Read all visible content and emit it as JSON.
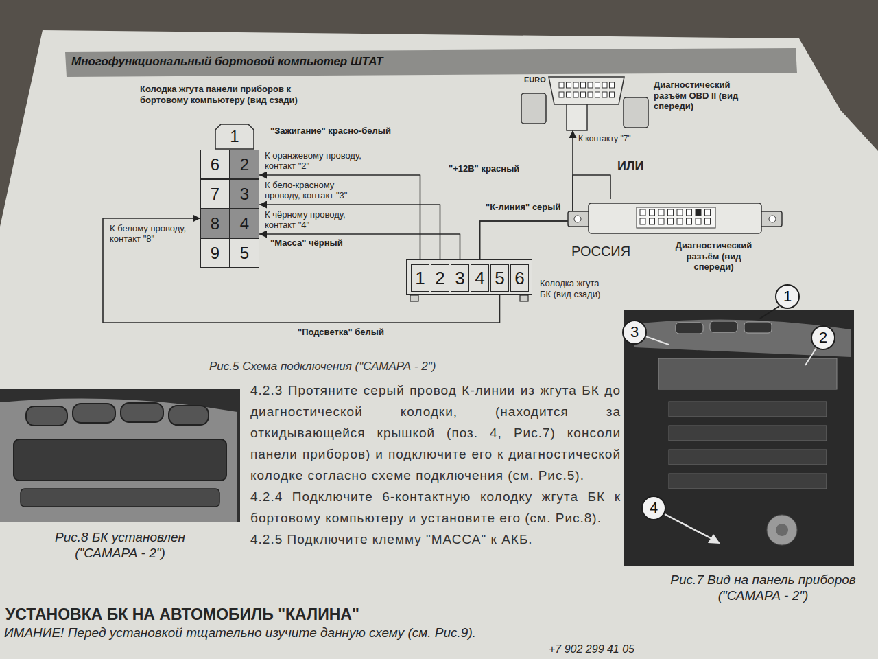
{
  "diagram": {
    "title": "Многофункциональный бортовой компьютер ШТАТ",
    "caption": "Рис.5 Схема подключения (\"САМАРА - 2\")",
    "nodes": [
      {
        "text": [
          "Колодка жгута панели приборов к бортовому компьютеру (вид сзади)"
        ]
      },
      {
        "text": [
          "1"
        ],
        "in": 0
      },
      {
        "text": [
          "6"
        ],
        "in": 0
      },
      {
        "text": [
          "2"
        ],
        "in": 0
      },
      {
        "text": [
          "7"
        ],
        "in": 0
      },
      {
        "text": [
          "3"
        ],
        "in": 0
      },
      {
        "text": [
          "8"
        ],
        "in": 0
      },
      {
        "text": [
          "4"
        ],
        "in": 0
      },
      {
        "text": [
          "9"
        ],
        "in": 0
      },
      {
        "text": [
          "5"
        ],
        "in": 0
      },
      {
        "text": [
          "EURO",
          "Диагностический разъём OBD II (вид спереди)"
        ]
      },
      {
        "text": [
          "Колодка жгута БК (вид сзади)"
        ]
      },
      {
        "text": [
          "1"
        ],
        "in": 11
      },
      {
        "text": [
          "2"
        ],
        "in": 11
      },
      {
        "text": [
          "3"
        ],
        "in": 11
      },
      {
        "text": [
          "4"
        ],
        "in": 11
      },
      {
        "text": [
          "5"
        ],
        "in": 11
      },
      {
        "text": [
          "6"
        ],
        "in": 11
      },
      {
        "text": [
          "РОССИЯ",
          "Диагностический разъём (вид спереди)"
        ]
      }
    ],
    "edges": [
      {
        "from": 12,
        "to": 3,
        "arrow": "to",
        "label": "\"Зажигание\" красно-белый"
      },
      {
        "from": 13,
        "to": 5,
        "arrow": "to",
        "label": "\"+12В\" красный"
      },
      {
        "from": 14,
        "to": 7,
        "arrow": "to",
        "label": "\"Масса\" чёрный"
      },
      {
        "from": 15,
        "to": 10,
        "arrow": "to",
        "label": "\"К-линия\" серый"
      },
      {
        "from": 15,
        "to": 18,
        "arrow": "none"
      },
      {
        "from": 16,
        "to": 6,
        "arrow": "to",
        "label": "\"Подсветка\" белый"
      }
    ],
    "labels": [
      "К оранжевому проводу, контакт \"2\"",
      "К бело-красному проводу, контакт \"3\"",
      "К чёрному проводу, контакт \"4\"",
      "К белому проводу, контакт \"8\"",
      "К контакту \"7\"",
      "ИЛИ",
      "4.2.3 Протяните серый провод К-линии из жгута БК до диагностической колодки, (находится за откидывающейся крышкой (поз. 4, Рис.7) консоли панели приборов) и подключите его к диагностической колодке согласно схеме подключения (см. Рис.5).",
      "4.2.4 Подключите 6-контактную колодку жгута БК к бортовому компьютеру и установите его (см. Рис.8).",
      "4.2.5 Подключите клемму \"МАССА\" к АКБ.",
      "Рис.8 БК установлен (\"САМАРА - 2\")",
      "1",
      "2",
      "3",
      "4",
      "Рис.7 Вид на панель приборов (\"САМАРА - 2\")",
      "УСТАНОВКА БК НА АВТОМОБИЛЬ \"КАЛИНА\"",
      "ИМАНИЕ! Перед установкой тщательно изучите данную схему (см. Рис.9).",
      "+7 902 299 41 05"
    ]
  }
}
